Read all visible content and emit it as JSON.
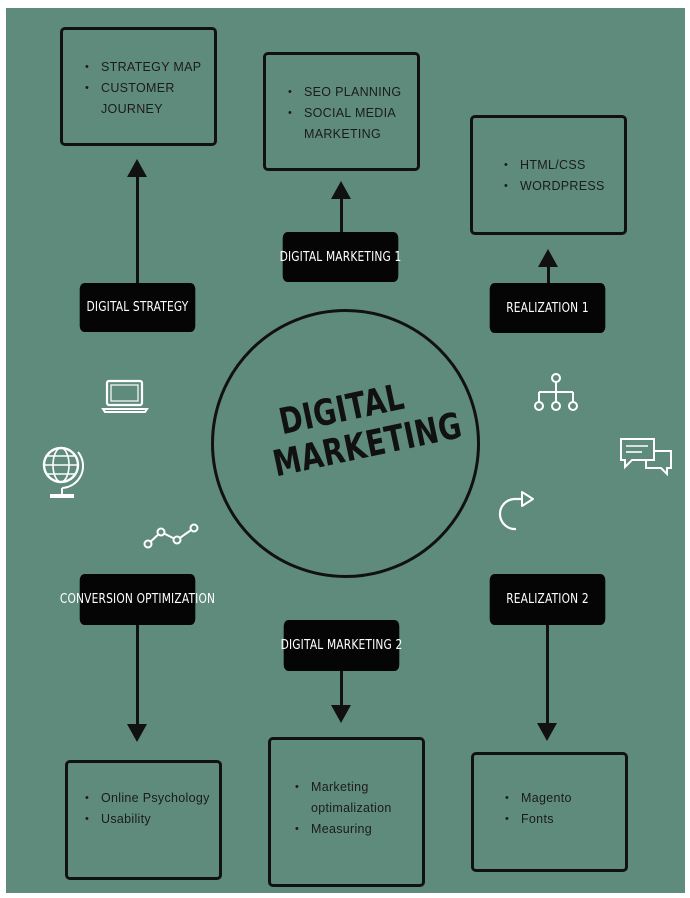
{
  "center": {
    "line1": "DIGITAL",
    "line2": "MARKETING"
  },
  "nodes": {
    "digital_strategy": {
      "label": "DIGITAL STRATEGY",
      "items": [
        "STRATEGY MAP",
        "CUSTOMER JOURNEY"
      ]
    },
    "digital_marketing_1": {
      "label": "DIGITAL MARKETING 1",
      "items": [
        "SEO PLANNING",
        "SOCIAL MEDIA MARKETING"
      ]
    },
    "realization_1": {
      "label": "REALIZATION 1",
      "items": [
        "HTML/CSS",
        "WORDPRESS"
      ]
    },
    "conversion_optimization": {
      "label": "CONVERSION OPTIMIZATION",
      "items": [
        "Online Psychology",
        "Usability"
      ]
    },
    "digital_marketing_2": {
      "label": "DIGITAL MARKETING 2",
      "items": [
        "Marketing optimalization",
        "Measuring"
      ]
    },
    "realization_2": {
      "label": "REALIZATION 2",
      "items": [
        "Magento",
        "Fonts"
      ]
    }
  },
  "icons": [
    "laptop-icon",
    "globe-icon",
    "line-chart-icon",
    "sitemap-icon",
    "chat-bubbles-icon",
    "redo-arrow-icon"
  ],
  "colors": {
    "background": "#5f8b7d",
    "label_bg": "#050505",
    "stroke": "#111111",
    "icon": "#ffffff"
  }
}
